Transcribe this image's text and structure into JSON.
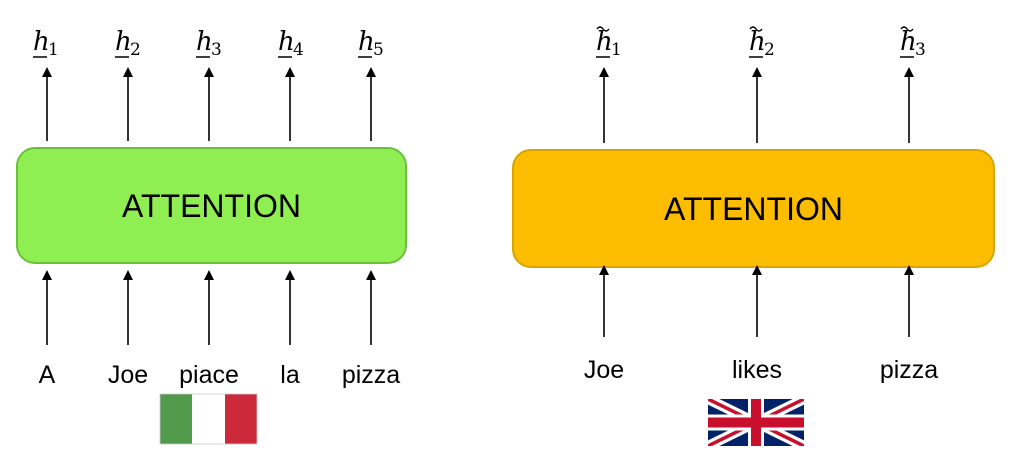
{
  "left_block": {
    "box_label": "ATTENTION",
    "box_color": "#8fef52",
    "box_border": "#6cbf3b",
    "outputs": [
      {
        "symbol": "h",
        "sub": "1"
      },
      {
        "symbol": "h",
        "sub": "2"
      },
      {
        "symbol": "h",
        "sub": "3"
      },
      {
        "symbol": "h",
        "sub": "4"
      },
      {
        "symbol": "h",
        "sub": "5"
      }
    ],
    "words": [
      "A",
      "Joe",
      "piace",
      "la",
      "pizza"
    ],
    "flag": "italy-flag",
    "flag_colors": [
      "#519a4c",
      "#ffffff",
      "#cc2a3a"
    ]
  },
  "right_block": {
    "box_label": "ATTENTION",
    "box_color": "#fcbd00",
    "box_border": "#d9a300",
    "outputs": [
      {
        "symbol": "h",
        "sub": "1"
      },
      {
        "symbol": "h",
        "sub": "2"
      },
      {
        "symbol": "h",
        "sub": "3"
      }
    ],
    "words": [
      "Joe",
      "likes",
      "pizza"
    ],
    "flag": "uk-flag",
    "flag_colors": [
      "#012169",
      "#ffffff",
      "#c8102e"
    ]
  }
}
